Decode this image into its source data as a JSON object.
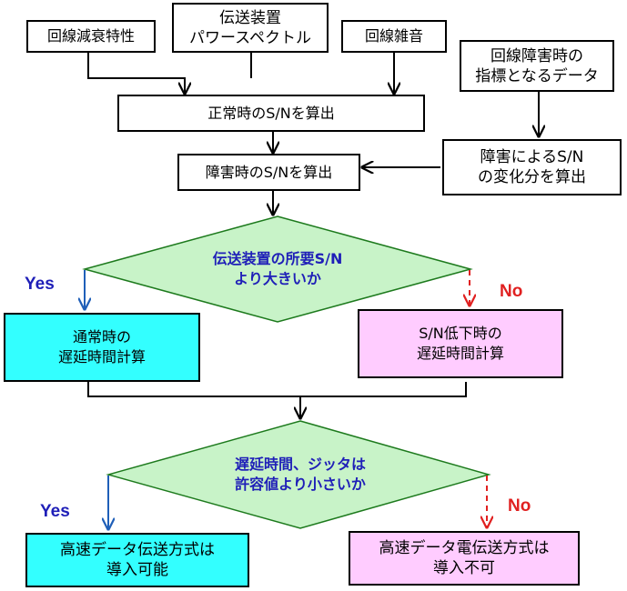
{
  "colors": {
    "decision_fill": "#c8f3c8",
    "decision_text": "#1f1fb8",
    "yes_color": "#1f1fb8",
    "no_color": "#e02020",
    "yes_arrow": "#1f5fb8",
    "no_arrow": "#e02020",
    "process_cyan": "#33ffff",
    "process_pink": "#ffccff"
  },
  "inputs": {
    "line_attenuation": "回線減衰特性",
    "transmitter_psd": "伝送装置\nパワースペクトル",
    "line_noise": "回線雑音",
    "fault_indicator": "回線障害時の\n指標となるデータ"
  },
  "steps": {
    "normal_sn": "正常時のS/Nを算出",
    "fault_sn_change": "障害によるS/N\nの変化分を算出",
    "fault_sn": "障害時のS/Nを算出"
  },
  "decision1": {
    "text": "伝送装置の所要S/N\nより大きいか",
    "yes": "Yes",
    "no": "No"
  },
  "delay_calc": {
    "normal": "通常時の\n遅延時間計算",
    "degraded": "S/N低下時の\n遅延時間計算"
  },
  "decision2": {
    "text": "遅延時間、ジッタは\n許容値より小さいか",
    "yes": "Yes",
    "no": "No"
  },
  "results": {
    "possible": "高速データ伝送方式は\n導入可能",
    "impossible": "高速データ電伝送方式は\n導入不可"
  }
}
